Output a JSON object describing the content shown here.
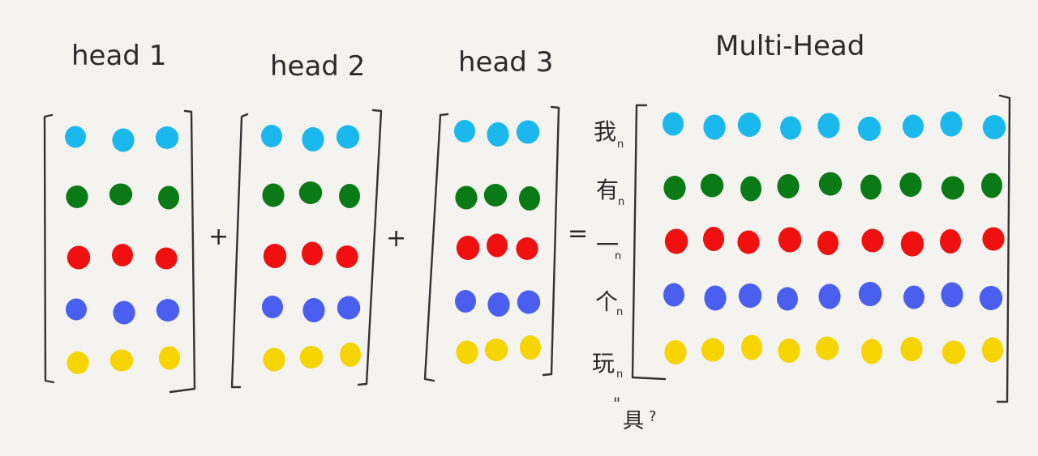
{
  "colors": {
    "row1": "#1ab8ec",
    "row2": "#0a7a16",
    "row3": "#f01010",
    "row4": "#4a5ef0",
    "row5": "#f6d400",
    "ink": "#333333"
  },
  "heads": [
    {
      "label": "head 1",
      "columns": 3,
      "rows": 5
    },
    {
      "label": "head 2",
      "columns": 3,
      "rows": 5
    },
    {
      "label": "head 3",
      "columns": 3,
      "rows": 5
    }
  ],
  "result": {
    "label": "Multi-Head",
    "columns": 9,
    "rows": 5
  },
  "operators": {
    "plus1": "+",
    "plus2": "+",
    "equals": "="
  },
  "row_labels": [
    {
      "main": "我",
      "sub": "n"
    },
    {
      "main": "有",
      "sub": "n"
    },
    {
      "main": "一",
      "sub": "n"
    },
    {
      "main": "个",
      "sub": "n"
    },
    {
      "main": "玩",
      "sub": "n"
    }
  ],
  "extra_label": {
    "mark": "\"",
    "main": "具",
    "tail": "?"
  }
}
